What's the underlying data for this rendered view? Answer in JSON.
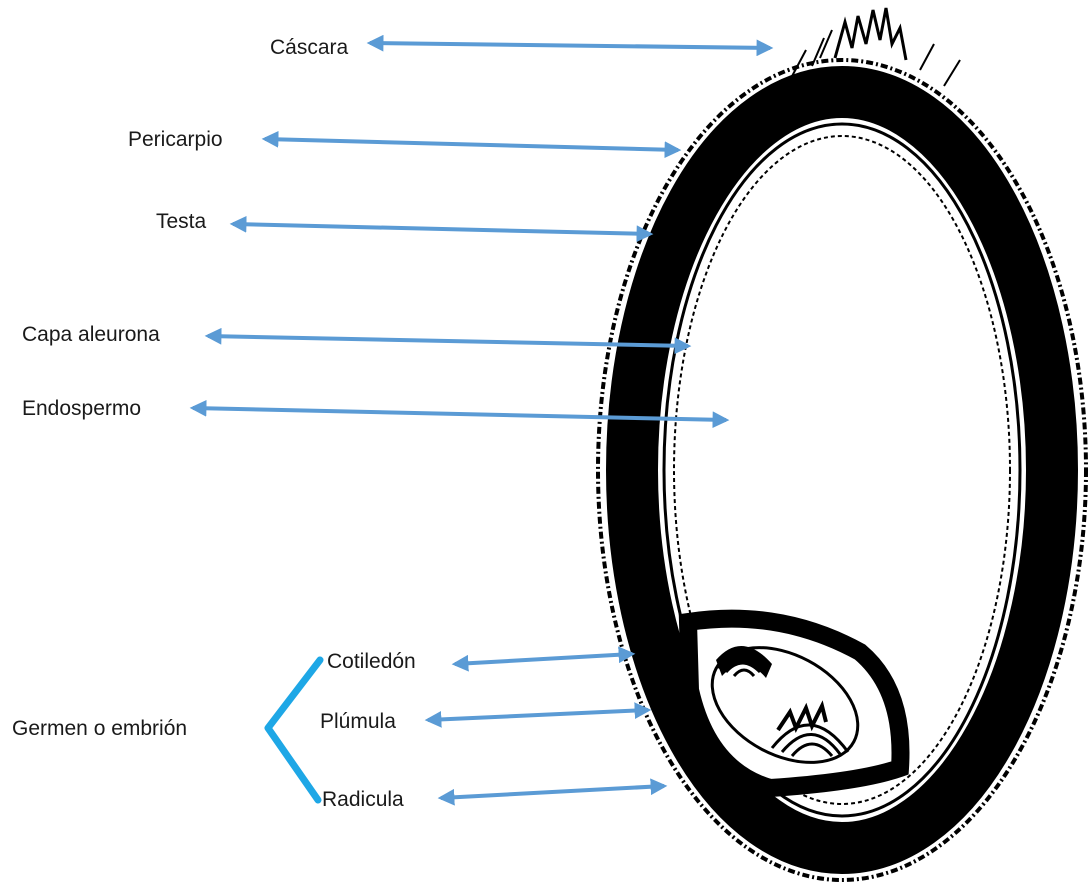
{
  "colors": {
    "arrow": "#5b9bd5",
    "bracket": "#1ea7e6",
    "ink": "#000000",
    "text": "#1a1a1a"
  },
  "labels": {
    "cascara": "Cáscara",
    "pericarpio": "Pericarpio",
    "testa": "Testa",
    "capa_aleurona": "Capa aleurona",
    "endospermo": "Endospermo",
    "cotiledon": "Cotiledón",
    "plumula": "Plúmula",
    "radicula": "Radicula",
    "germen": "Germen o embrión"
  }
}
